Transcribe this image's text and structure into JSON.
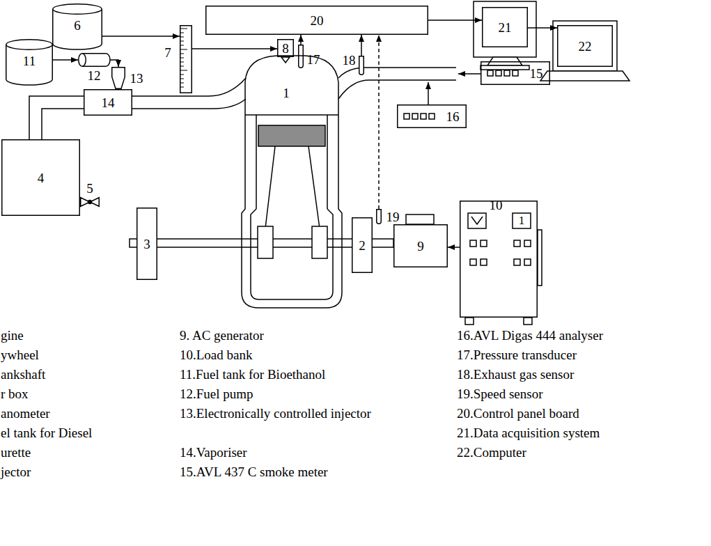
{
  "diagram": {
    "nodes": [
      {
        "text": [
          "6"
        ]
      },
      {
        "text": [
          "20"
        ]
      },
      {
        "text": [
          "21"
        ]
      },
      {
        "text": [
          "22"
        ]
      },
      {
        "text": [
          "7"
        ]
      },
      {
        "text": [
          "11"
        ]
      },
      {
        "text": [
          "12"
        ]
      },
      {
        "text": [
          "13"
        ]
      },
      {
        "text": [
          "8"
        ]
      },
      {
        "text": [
          "17"
        ]
      },
      {
        "text": [
          "14"
        ]
      },
      {
        "text": [
          "1"
        ]
      },
      {
        "text": [
          "18"
        ]
      },
      {
        "text": [
          "15"
        ]
      },
      {
        "text": [
          "16"
        ]
      },
      {
        "text": [
          "4"
        ]
      },
      {
        "text": [
          "5"
        ]
      },
      {
        "text": [
          "3"
        ]
      },
      {
        "text": [
          "2"
        ]
      },
      {
        "text": [
          "19"
        ]
      },
      {
        "text": [
          "9"
        ]
      },
      {
        "text": [
          "10"
        ]
      }
    ],
    "edges": [
      {
        "from": 0,
        "to": 4,
        "arrow": "to"
      },
      {
        "from": 4,
        "to": 8,
        "arrow": "to"
      },
      {
        "from": 5,
        "to": 6,
        "arrow": "to"
      },
      {
        "from": 6,
        "to": 7,
        "arrow": "to"
      },
      {
        "from": 9,
        "to": 1,
        "arrow": "to"
      },
      {
        "from": 12,
        "to": 1,
        "arrow": "to"
      },
      {
        "from": 19,
        "to": 1,
        "arrow": "to"
      },
      {
        "from": 1,
        "to": 2,
        "arrow": "to"
      },
      {
        "from": 2,
        "to": 3,
        "arrow": "to"
      },
      {
        "from": 21,
        "to": 20,
        "arrow": "to"
      }
    ],
    "labels": [
      "1",
      "gine",
      "ywheel",
      "ankshaft",
      "r box",
      "anometer",
      "el tank for Diesel",
      "urette",
      "jector",
      "9. AC generator",
      "10.Load bank",
      "11.Fuel tank for Bioethanol",
      "12.Fuel pump",
      "13.Electronically controlled injector",
      "14.Vaporiser",
      "15.AVL 437 C smoke meter",
      "16.AVL Digas 444 analyser",
      "17.Pressure transducer",
      "18.Exhaust gas sensor",
      "19.Speed sensor",
      "20.Control panel board",
      "21.Data acquisition system",
      "22.Computer"
    ]
  }
}
